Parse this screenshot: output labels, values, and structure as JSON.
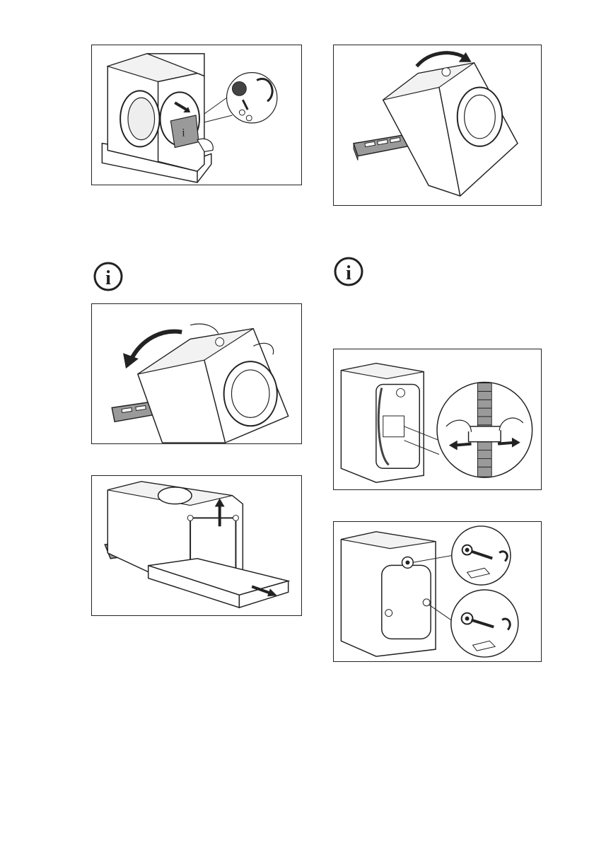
{
  "page": {
    "background": "#ffffff",
    "line_color": "#222222",
    "shade_color": "#9a9a9a",
    "dark_shade": "#6e6e6e"
  },
  "figures": [
    {
      "id": "remove-bag-from-drum",
      "icon": "washing-machine-open-door-icon"
    },
    {
      "id": "tilt-back-right",
      "icon": "washing-machine-tilt-icon"
    },
    {
      "id": "tilt-back-left",
      "icon": "washing-machine-tilt-left-icon"
    },
    {
      "id": "remove-base",
      "icon": "washing-machine-base-removal-icon"
    },
    {
      "id": "release-hose",
      "icon": "hose-clip-release-icon"
    },
    {
      "id": "remove-transit-bolts",
      "icon": "transit-bolt-removal-icon"
    }
  ],
  "info_icons": [
    {
      "id": "info-left",
      "glyph": "i"
    },
    {
      "id": "info-right",
      "glyph": "i"
    }
  ]
}
